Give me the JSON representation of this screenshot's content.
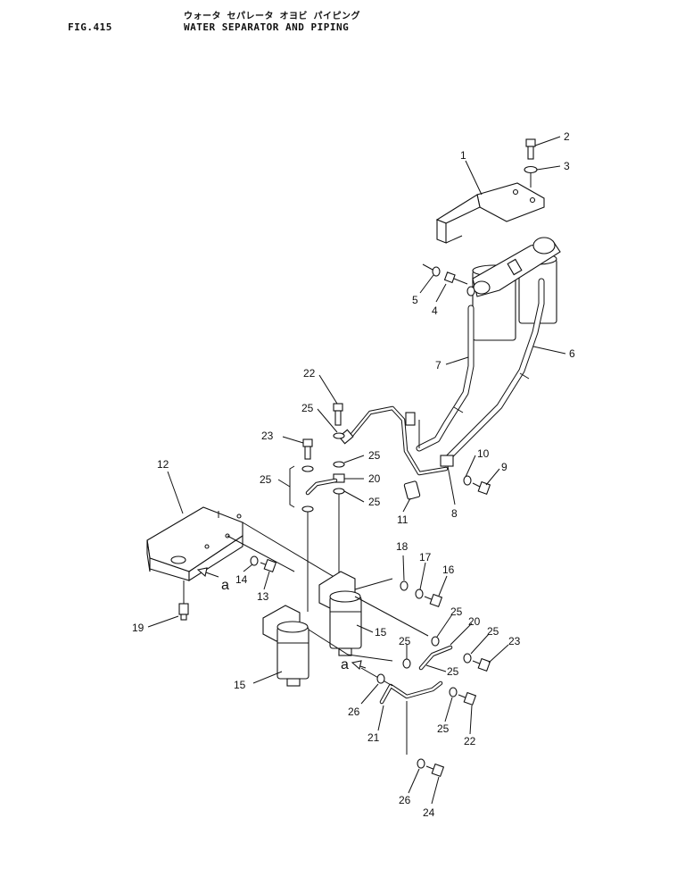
{
  "header": {
    "fig_number": "FIG.415",
    "title_kana": "ウォータ セパレータ オヨビ パイピング",
    "title_en": "WATER SEPARATOR AND PIPING"
  },
  "callouts": {
    "c1": "1",
    "c2": "2",
    "c3": "3",
    "c4": "4",
    "c5": "5",
    "c6": "6",
    "c7": "7",
    "c8": "8",
    "c9": "9",
    "c10": "10",
    "c11": "11",
    "c12": "12",
    "c13": "13",
    "c14": "14",
    "c15a": "15",
    "c15b": "15",
    "c16": "16",
    "c17": "17",
    "c18": "18",
    "c19": "19",
    "c20a": "20",
    "c20b": "20",
    "c21": "21",
    "c22a": "22",
    "c22b": "22",
    "c23a": "23",
    "c23b": "23",
    "c24": "24",
    "c25a": "25",
    "c25b": "25",
    "c25c": "25",
    "c25d": "25",
    "c25e": "25",
    "c25f": "25",
    "c25g": "25",
    "c25h": "25",
    "c25i": "25",
    "c26a": "26",
    "c26b": "26",
    "ref_a1": "a",
    "ref_a2": "a"
  }
}
